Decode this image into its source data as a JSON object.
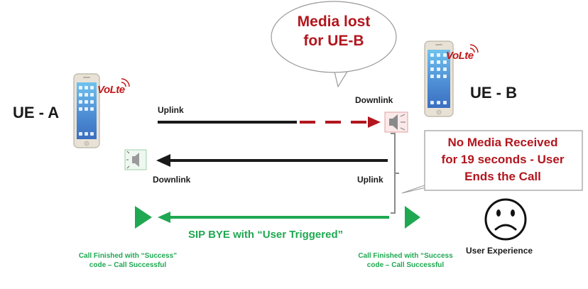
{
  "ue_a": {
    "label": "UE - A",
    "logo": "VoLte"
  },
  "ue_b": {
    "label": "UE - B",
    "logo": "VoLte"
  },
  "bubble": {
    "line1": "Media lost",
    "line2": "for UE-B"
  },
  "top_link": {
    "left_label": "Uplink",
    "right_label": "Downlink"
  },
  "bottom_link": {
    "left_label": "Downlink",
    "right_label": "Uplink"
  },
  "callout": {
    "line1": "No Media Received",
    "line2": "for 19 seconds - User",
    "line3": "Ends the Call"
  },
  "bye": {
    "label": "SIP BYE with “User Triggered”"
  },
  "notes": {
    "left_line1": "Call Finished with “Success”",
    "left_line2": "code – Call Successful",
    "right_line1": "Call Finished with “Success",
    "right_line2": "code – Call Successful"
  },
  "user_experience": {
    "label": "User Experience"
  },
  "colors": {
    "red": "#b2161e",
    "green": "#1fa851",
    "dark": "#1a1a1a",
    "gray": "#888888"
  }
}
